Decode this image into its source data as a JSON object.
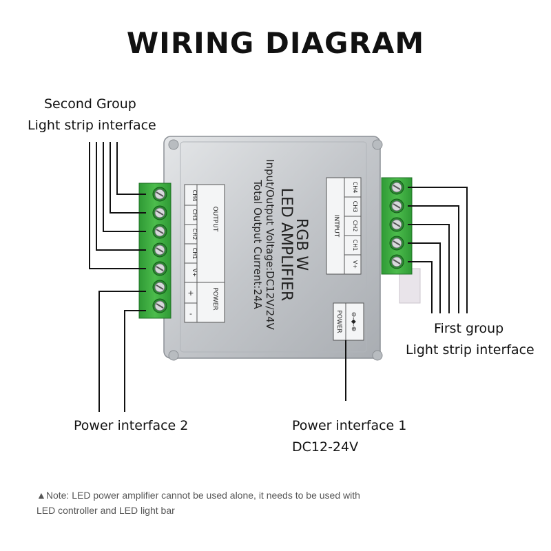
{
  "title": "WIRING DIAGRAM",
  "labels": {
    "second_group": [
      "Second Group",
      "Light strip interface"
    ],
    "first_group": [
      "First group",
      "Light strip interface"
    ],
    "power2": "Power interface 2",
    "power1": [
      "Power interface 1",
      "DC12-24V"
    ]
  },
  "device": {
    "name_line1": "RGB W",
    "name_line2": "LED AMPLIFIER",
    "spec_voltage": "Input/Output Voltage:DC12V/24V",
    "spec_current": "Total Output Current:24A",
    "output_label": "OUTPUT",
    "output_channels": [
      "CH4",
      "CH3",
      "CH2",
      "CH1",
      "V+"
    ],
    "output_power_label": "POWER",
    "output_power_pins": [
      "+",
      "-"
    ],
    "input_label": "INTPUT",
    "input_channels": [
      "CH4",
      "CH3",
      "CH2",
      "CH1",
      "V+"
    ],
    "power_jack_label": "POWER",
    "power_jack_symbol": "⊖-◆-⊕"
  },
  "note": "▲Note: LED power amplifier cannot be used alone, it needs to be used with LED controller and LED light bar",
  "colors": {
    "terminal_green": "#3fae3f",
    "housing": "#c9ccd0",
    "wire": "#111111"
  }
}
